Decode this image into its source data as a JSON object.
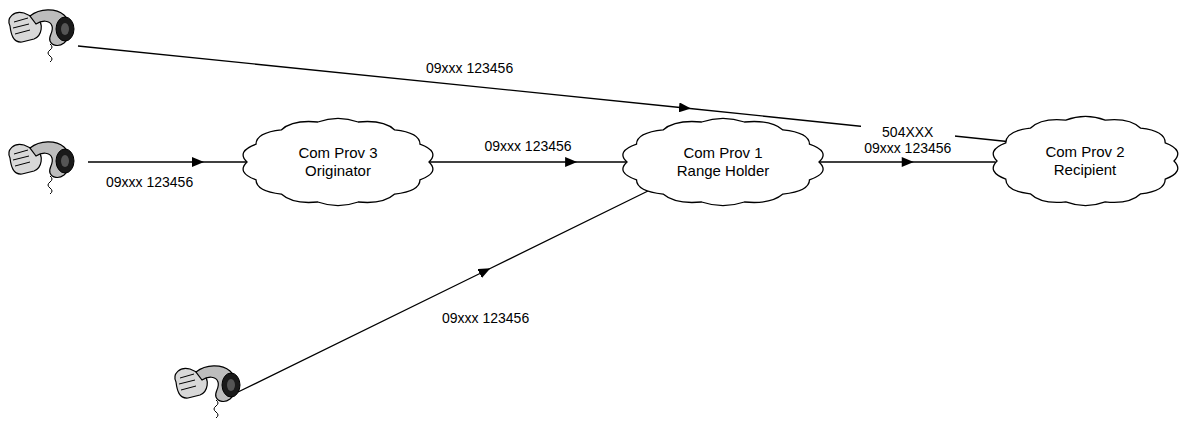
{
  "diagram": {
    "nodes": [
      {
        "text": [
          "Com Prov 3 Originator"
        ]
      },
      {
        "text": [
          "Com Prov 1 Range Holder"
        ]
      },
      {
        "text": [
          "Com Prov 2 Recipient"
        ]
      }
    ],
    "edges": [
      {
        "from": 0,
        "to": 1,
        "label": "09xxx 123456",
        "arrow": "to"
      },
      {
        "from": 1,
        "to": 2,
        "label": "504XXX 09xxx 123456",
        "arrow": "to"
      }
    ],
    "labels": [
      "09xxx 123456",
      "09xxx 123456",
      "09xxx 123456"
    ]
  }
}
